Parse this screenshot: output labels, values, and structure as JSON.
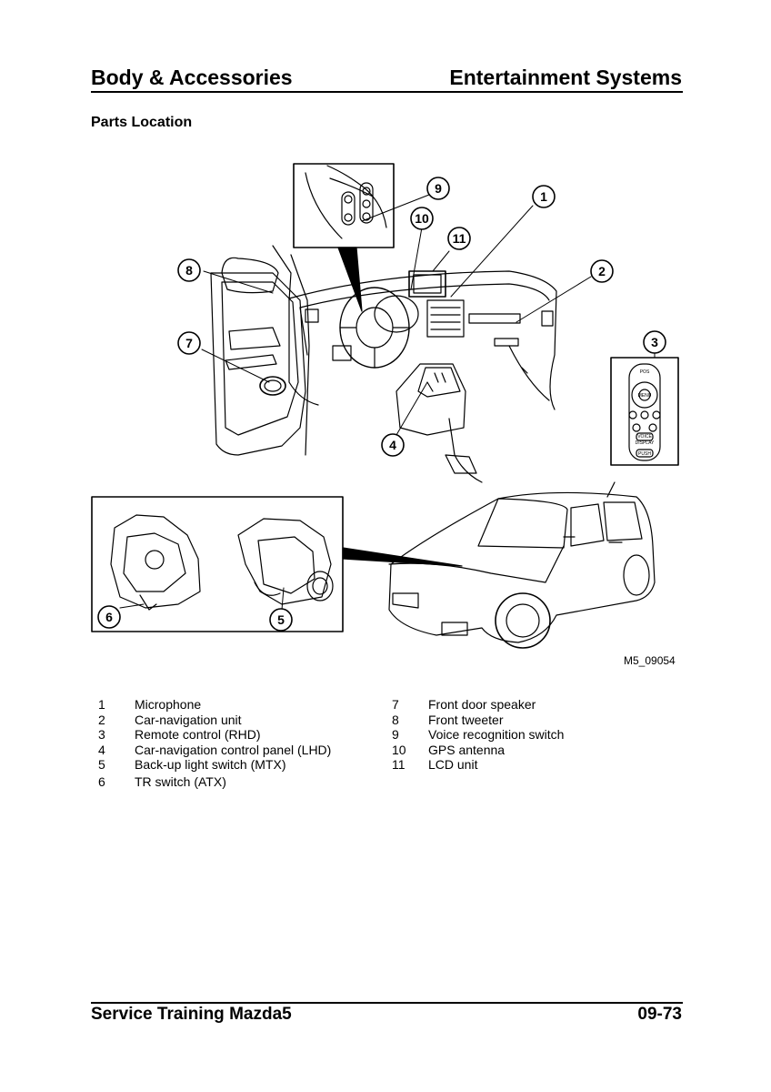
{
  "header": {
    "left_title": "Body & Accessories",
    "right_title": "Entertainment Systems"
  },
  "section_title": "Parts Location",
  "figure": {
    "code": "M5_09054",
    "callouts": [
      "1",
      "2",
      "3",
      "4",
      "5",
      "6",
      "7",
      "8",
      "9",
      "10",
      "11"
    ],
    "remote_labels": [
      "POS",
      "MENU",
      "VOICE",
      "DISPLAY",
      "PUSH"
    ]
  },
  "legend": {
    "left": [
      {
        "num": "1",
        "label": "Microphone"
      },
      {
        "num": "2",
        "label": "Car-navigation unit"
      },
      {
        "num": "3",
        "label": "Remote control (RHD)"
      },
      {
        "num": "4",
        "label": "Car-navigation control panel (LHD)"
      },
      {
        "num": "5",
        "label": "Back-up light switch (MTX)"
      },
      {
        "num": "6",
        "label": "TR switch (ATX)"
      }
    ],
    "right": [
      {
        "num": "7",
        "label": "Front door speaker"
      },
      {
        "num": "8",
        "label": "Front tweeter"
      },
      {
        "num": "9",
        "label": "Voice recognition switch"
      },
      {
        "num": "10",
        "label": "GPS antenna"
      },
      {
        "num": "11",
        "label": "LCD unit"
      }
    ]
  },
  "footer": {
    "left": "Service Training Mazda5",
    "right": "09-73"
  }
}
